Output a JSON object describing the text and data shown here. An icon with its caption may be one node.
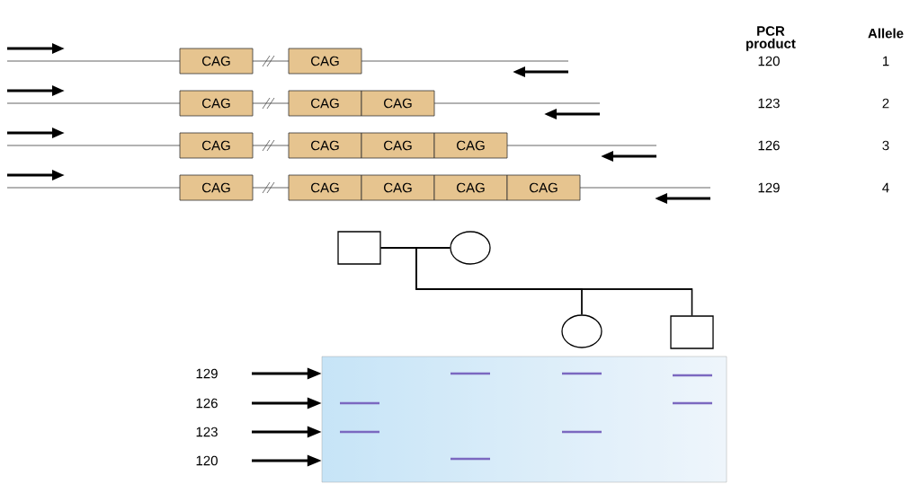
{
  "diagram": {
    "nodes": [
      {
        "text": [
          "CAG"
        ]
      },
      {
        "text": [
          "CAG"
        ]
      },
      {
        "text": [
          "CAG"
        ]
      },
      {
        "text": [
          "CAG"
        ]
      },
      {
        "text": [
          "CAG"
        ]
      },
      {
        "text": [
          "CAG"
        ]
      },
      {
        "text": [
          "CAG"
        ]
      },
      {
        "text": [
          "CAG"
        ]
      },
      {
        "text": [
          "CAG"
        ]
      },
      {
        "text": [
          "CAG"
        ]
      },
      {
        "text": [
          "CAG"
        ]
      },
      {
        "text": [
          "CAG"
        ]
      },
      {
        "text": [
          "CAG"
        ]
      },
      {
        "text": [
          "CAG"
        ]
      },
      {
        "text": [],
        "shape": "box"
      },
      {
        "text": [],
        "shape": "circle"
      },
      {
        "text": [],
        "shape": "circle"
      },
      {
        "text": [],
        "shape": "box"
      },
      {
        "text": [
          "129"
        ]
      },
      {
        "text": [
          "126"
        ]
      },
      {
        "text": [
          "123"
        ]
      },
      {
        "text": [
          "120"
        ]
      },
      {
        "text": [],
        "shape": "box"
      }
    ],
    "edges": [
      {
        "from": 14,
        "to": 15,
        "arrow": "none"
      },
      {
        "from": 14,
        "to": 16,
        "arrow": "none"
      },
      {
        "from": 14,
        "to": 17,
        "arrow": "none"
      },
      {
        "from": 15,
        "to": 16,
        "arrow": "none"
      },
      {
        "from": 15,
        "to": 17,
        "arrow": "none"
      },
      {
        "from": 18,
        "to": 22,
        "arrow": "to",
        "style": "thick"
      },
      {
        "from": 19,
        "to": 22,
        "arrow": "to",
        "style": "thick"
      },
      {
        "from": 20,
        "to": 22,
        "arrow": "to",
        "style": "thick"
      },
      {
        "from": 21,
        "to": 22,
        "arrow": "to",
        "style": "thick"
      }
    ],
    "labels": [
      "PCR product",
      "Allele",
      "120",
      "1",
      "123",
      "2",
      "126",
      "3",
      "129",
      "4"
    ]
  }
}
